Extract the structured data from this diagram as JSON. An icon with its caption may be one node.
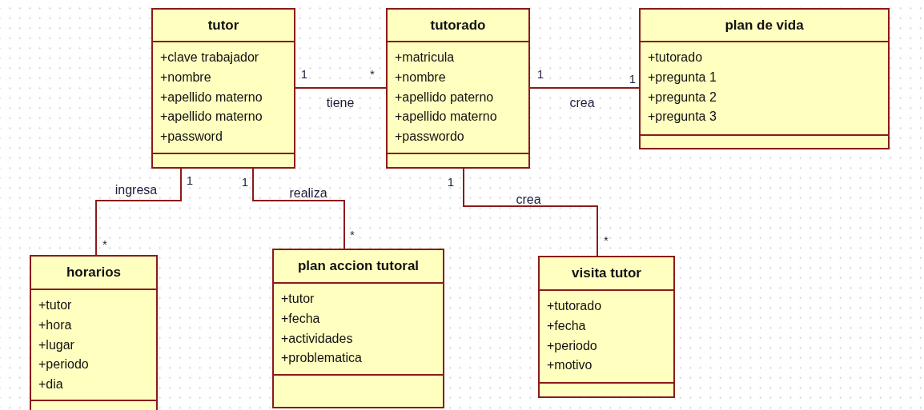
{
  "diagram": {
    "nodes": [
      {
        "text": [
          "tutor",
          "+clave trabajador",
          "+nombre",
          "+apellido materno",
          "+apellido materno",
          "+password"
        ]
      },
      {
        "text": [
          "tutorado",
          "+matricula",
          "+nombre",
          "+apellido paterno",
          "+apellido materno",
          "+passwordo"
        ]
      },
      {
        "text": [
          "plan de vida",
          "+tutorado",
          "+pregunta 1",
          "+pregunta 2",
          "+pregunta 3"
        ]
      },
      {
        "text": [
          "horarios",
          "+tutor",
          "+hora",
          "+lugar",
          "+periodo",
          "+dia"
        ]
      },
      {
        "text": [
          "plan accion tutoral",
          "+tutor",
          "+fecha",
          "+actividades",
          "+problematica"
        ]
      },
      {
        "text": [
          "visita tutor",
          "+tutorado",
          "+fecha",
          "+periodo",
          "+motivo"
        ]
      }
    ],
    "edges": [
      {
        "from": 0,
        "to": 1,
        "arrow": "none",
        "label": "tiene"
      },
      {
        "from": 1,
        "to": 2,
        "arrow": "none",
        "label": "crea"
      },
      {
        "from": 0,
        "to": 3,
        "arrow": "none",
        "label": "ingresa"
      },
      {
        "from": 0,
        "to": 4,
        "arrow": "none",
        "label": "realiza"
      },
      {
        "from": 1,
        "to": 5,
        "arrow": "none",
        "label": "crea"
      }
    ],
    "labels": [
      "1",
      "*",
      "1",
      "1",
      "1",
      "1",
      "1",
      "*",
      "*",
      "*"
    ]
  }
}
